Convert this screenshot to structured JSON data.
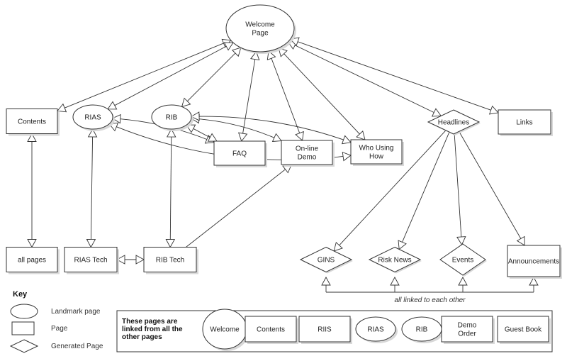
{
  "diagram": {
    "type": "site-map",
    "nodes": {
      "welcome": {
        "label": [
          "Welcome",
          "Page"
        ],
        "kind": "landmark"
      },
      "contents": {
        "label": [
          "Contents"
        ],
        "kind": "page"
      },
      "rias": {
        "label": [
          "RIAS"
        ],
        "kind": "landmark"
      },
      "rib": {
        "label": [
          "RIB"
        ],
        "kind": "landmark"
      },
      "faq": {
        "label": [
          "FAQ"
        ],
        "kind": "page"
      },
      "online_demo": {
        "label": [
          "On-line",
          "Demo"
        ],
        "kind": "page"
      },
      "who_using": {
        "label": [
          "Who Using",
          "How"
        ],
        "kind": "page"
      },
      "headlines": {
        "label": [
          "Headlines"
        ],
        "kind": "generated"
      },
      "links": {
        "label": [
          "Links"
        ],
        "kind": "page"
      },
      "all_pages": {
        "label": [
          "all pages"
        ],
        "kind": "page"
      },
      "rias_tech": {
        "label": [
          "RIAS Tech"
        ],
        "kind": "page"
      },
      "rib_tech": {
        "label": [
          "RIB Tech"
        ],
        "kind": "page"
      },
      "gins": {
        "label": [
          "GINS"
        ],
        "kind": "generated"
      },
      "risk_news": {
        "label": [
          "Risk News"
        ],
        "kind": "generated"
      },
      "events": {
        "label": [
          "Events"
        ],
        "kind": "generated"
      },
      "announcements": {
        "label": [
          "Announcements"
        ],
        "kind": "page"
      }
    },
    "edges": [
      {
        "from": "contents",
        "to": "welcome",
        "bidirectional": true
      },
      {
        "from": "rias",
        "to": "welcome",
        "bidirectional": true
      },
      {
        "from": "rib",
        "to": "welcome",
        "bidirectional": true
      },
      {
        "from": "faq",
        "to": "welcome",
        "bidirectional": true
      },
      {
        "from": "online_demo",
        "to": "welcome",
        "bidirectional": true
      },
      {
        "from": "who_using",
        "to": "welcome",
        "bidirectional": true
      },
      {
        "from": "headlines",
        "to": "welcome",
        "bidirectional": true
      },
      {
        "from": "links",
        "to": "welcome",
        "bidirectional": true
      },
      {
        "from": "rias",
        "to": "faq",
        "bidirectional": true
      },
      {
        "from": "rias",
        "to": "who_using",
        "bidirectional": true
      },
      {
        "from": "rib",
        "to": "faq",
        "bidirectional": true
      },
      {
        "from": "rib",
        "to": "online_demo",
        "bidirectional": true
      },
      {
        "from": "rib",
        "to": "who_using",
        "bidirectional": true
      },
      {
        "from": "contents",
        "to": "all_pages",
        "bidirectional": true
      },
      {
        "from": "rias",
        "to": "rias_tech",
        "bidirectional": true
      },
      {
        "from": "rib",
        "to": "rib_tech",
        "bidirectional": true
      },
      {
        "from": "rias_tech",
        "to": "rib_tech",
        "bidirectional": true
      },
      {
        "from": "rib_tech",
        "to": "online_demo",
        "bidirectional": false
      },
      {
        "from": "headlines",
        "to": "gins",
        "bidirectional": false
      },
      {
        "from": "headlines",
        "to": "risk_news",
        "bidirectional": false
      },
      {
        "from": "headlines",
        "to": "events",
        "bidirectional": false
      },
      {
        "from": "headlines",
        "to": "announcements",
        "bidirectional": false
      }
    ],
    "linked_note": "all linked to each other"
  },
  "key": {
    "title": "Key",
    "items": [
      {
        "shape": "ellipse",
        "label": "Landmark page"
      },
      {
        "shape": "rect",
        "label": "Page"
      },
      {
        "shape": "diamond",
        "label": "Generated Page"
      }
    ]
  },
  "global_links": {
    "note": [
      "These pages are",
      "linked from all the",
      "other pages"
    ],
    "pages": [
      {
        "label": [
          "Welcome"
        ],
        "shape": "ellipse"
      },
      {
        "label": [
          "Contents"
        ],
        "shape": "rect"
      },
      {
        "label": [
          "RIIS"
        ],
        "shape": "rect"
      },
      {
        "label": [
          "RIAS"
        ],
        "shape": "ellipse"
      },
      {
        "label": [
          "RIB"
        ],
        "shape": "ellipse"
      },
      {
        "label": [
          "Demo",
          "Order"
        ],
        "shape": "rect"
      },
      {
        "label": [
          "Guest Book"
        ],
        "shape": "rect"
      }
    ]
  }
}
